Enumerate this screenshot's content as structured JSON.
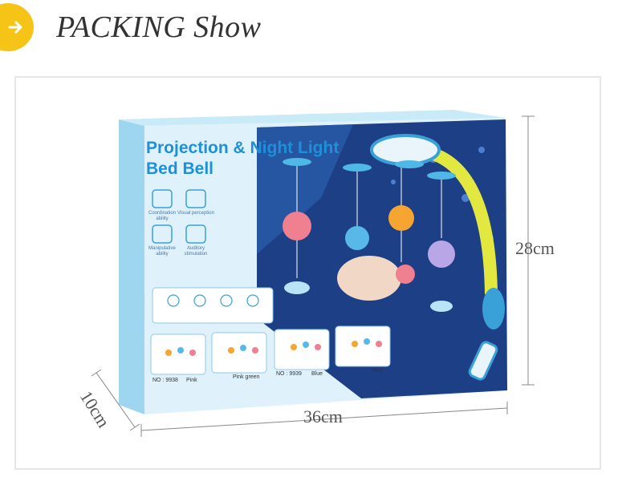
{
  "header": {
    "title": "PACKING Show",
    "badge_icon": "arrow-right-icon",
    "badge_color": "#f6c417"
  },
  "product": {
    "box_title_line1": "Projection & Night Light",
    "box_title_line2": "Bed Bell",
    "features": [
      "Coordination ability",
      "Visual perception",
      "Manipulative ability",
      "Auditory stimulation"
    ],
    "variants": [
      {
        "code": "NO : 9938",
        "color": "Pink"
      },
      {
        "code": "",
        "color": "Pink green"
      },
      {
        "code": "NO : 9939",
        "color": "Blue"
      },
      {
        "code": "",
        "color": "Red"
      }
    ]
  },
  "dimensions": {
    "height": "28cm",
    "width": "36cm",
    "depth": "10cm"
  },
  "colors": {
    "box_blue": "#8fd0ee",
    "box_light": "#dff2fb",
    "accent_yellow": "#e3e841",
    "title_blue": "#1f8fd8"
  }
}
